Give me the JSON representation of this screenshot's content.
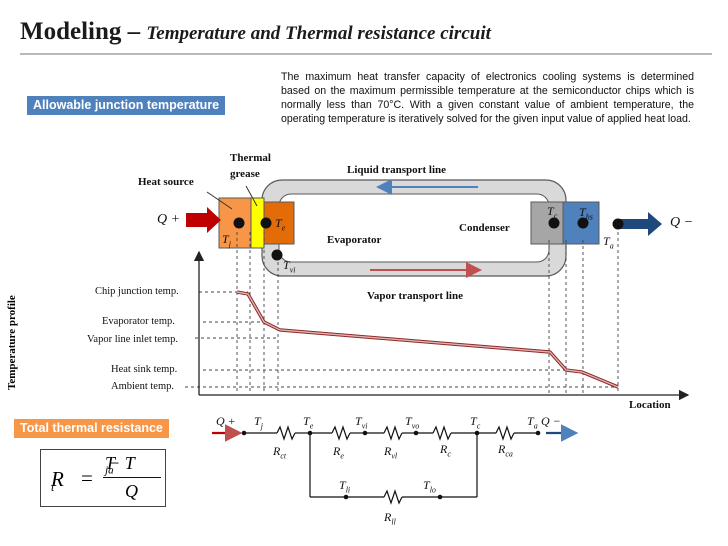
{
  "header": {
    "title": "Modeling",
    "dash": " – ",
    "subtitle": "Temperature and Thermal resistance circuit"
  },
  "badges": {
    "allowable": "Allowable junction temperature",
    "total": "Total thermal resistance"
  },
  "intro_text": "The maximum heat transfer capacity of electronics cooling systems is determined based on the maximum permissible temperature at the semiconductor chips which is normally less than 70°C. With a given constant value of ambient temperature, the operating temperature is iteratively solved for the given input value of applied heat load.",
  "loop": {
    "thermal_grease_line1": "Thermal",
    "thermal_grease_line2": "grease",
    "heat_source": "Heat source",
    "liquid_line": "Liquid transport line",
    "vapor_line": "Vapor transport line",
    "evaporator": "Evaporator",
    "condenser": "Condenser",
    "q_plus": "Q +",
    "q_minus": "Q −"
  },
  "symbols": {
    "tj": "T",
    "tj_sub": "j",
    "te": "T",
    "te_sub": "e",
    "tvi": "T",
    "tvi_sub": "vi",
    "tc": "T",
    "tc_sub": "c",
    "ths": "T",
    "ths_sub": "hs",
    "ta": "T",
    "ta_sub": "a"
  },
  "profile": {
    "axis_label": "Temperature profile",
    "x_label": "Location",
    "levels": [
      "Chip junction temp.",
      "Evaporator temp.",
      "Vapor line inlet temp.",
      "Heat sink temp.",
      "Ambient temp."
    ]
  },
  "circuit": {
    "q_plus": "Q +",
    "q_minus": "Q −",
    "nodes_top": [
      {
        "t": "T",
        "sub": "j"
      },
      {
        "t": "T",
        "sub": "e"
      },
      {
        "t": "T",
        "sub": "vi"
      },
      {
        "t": "T",
        "sub": "vo"
      },
      {
        "t": "T",
        "sub": "c"
      },
      {
        "t": "T",
        "sub": "a"
      }
    ],
    "resistors": [
      {
        "r": "R",
        "sub": "ct"
      },
      {
        "r": "R",
        "sub": "e"
      },
      {
        "r": "R",
        "sub": "vl"
      },
      {
        "r": "R",
        "sub": "c"
      },
      {
        "r": "R",
        "sub": "ca"
      }
    ],
    "bottom_nodes": [
      {
        "t": "T",
        "sub": "li"
      },
      {
        "t": "T",
        "sub": "lo"
      }
    ],
    "bottom_resistor": {
      "r": "R",
      "sub": "ll"
    }
  },
  "formula": {
    "lhs": "R",
    "lhs_sub": "t",
    "eq": "=",
    "numerator": "T",
    "num_sub1": "j",
    "minus": " − T",
    "num_sub2": "a",
    "denominator": "Q"
  },
  "colors": {
    "badge_blue": "#4f81bd",
    "badge_orange": "#f79646",
    "heat_source": "#f79646",
    "grease": "#ffff00",
    "evaporator": "#e36c09",
    "condenser": "#a6a6a6",
    "heatsink": "#4f81bd",
    "arrow_red": "#c00000",
    "arrow_navy": "#1f497d",
    "profile_line": "#c0504d"
  }
}
